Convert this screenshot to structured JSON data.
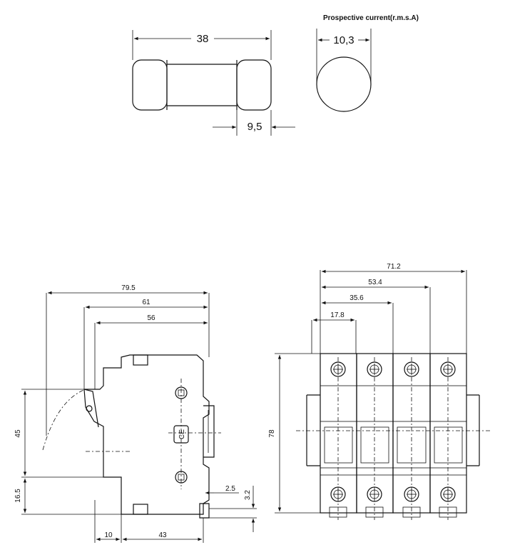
{
  "fuse": {
    "length_label": "38",
    "cap_length_label": "9,5",
    "diameter_label": "10,3",
    "current_caption": "Prospective current(r.m.s.A)"
  },
  "side_view": {
    "width_total": "79.5",
    "width_61": "61",
    "width_56": "56",
    "height_45": "45",
    "height_16_5": "16.5",
    "offset_2_5": "2.5",
    "offset_3_2": "3.2",
    "bottom_10": "10",
    "bottom_43": "43",
    "ce_mark": "CE"
  },
  "front_view": {
    "width_71_2": "71.2",
    "width_53_4": "53.4",
    "width_35_6": "35.6",
    "width_17_8": "17.8",
    "height_78": "78"
  }
}
